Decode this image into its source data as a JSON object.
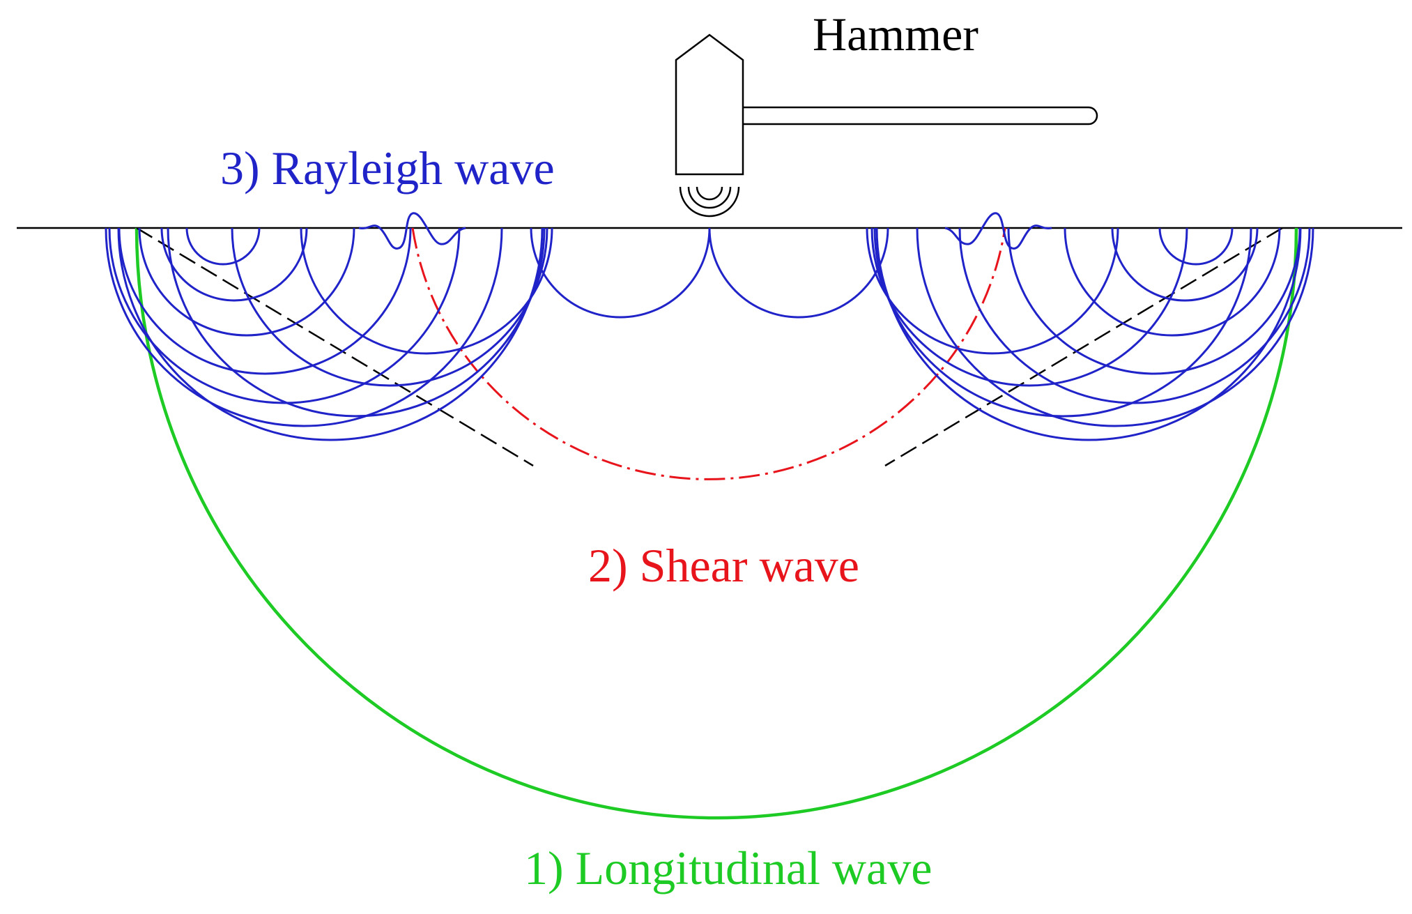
{
  "labels": {
    "hammer": "Hammer",
    "rayleigh": "3) Rayleigh wave",
    "shear": "2) Shear wave",
    "longitudinal": "1) Longitudinal wave"
  },
  "colors": {
    "rayleigh": "#1f23c8",
    "shear": "#e8141c",
    "longitudinal": "#1ecb24",
    "outline": "#000000"
  }
}
